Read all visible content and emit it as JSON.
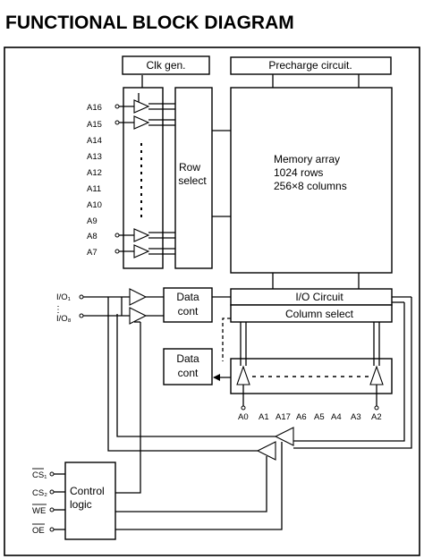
{
  "title": "FUNCTIONAL BLOCK DIAGRAM",
  "blocks": {
    "clk_gen": "Clk gen.",
    "precharge": "Precharge circuit.",
    "row_select": [
      "Row",
      "select"
    ],
    "memory_array": [
      "Memory array",
      "1024 rows",
      "256×8 columns"
    ],
    "io_circuit": "I/O Circuit",
    "column_select": "Column select",
    "data_cont_top": [
      "Data",
      "cont"
    ],
    "data_cont_bottom": [
      "Data",
      "cont"
    ],
    "control_logic": [
      "Control",
      "logic"
    ]
  },
  "address_pins_left": [
    "A16",
    "A15",
    "A14",
    "A13",
    "A12",
    "A11",
    "A10",
    "A9",
    "A8",
    "A7"
  ],
  "address_pins_bottom": [
    "A0",
    "A1",
    "A17",
    "A6",
    "A5",
    "A4",
    "A3",
    "A2"
  ],
  "io_pins": [
    "I/O₁",
    "I/O₈"
  ],
  "control_pins": [
    "CS₁",
    "CS₂",
    "WE",
    "OE"
  ]
}
